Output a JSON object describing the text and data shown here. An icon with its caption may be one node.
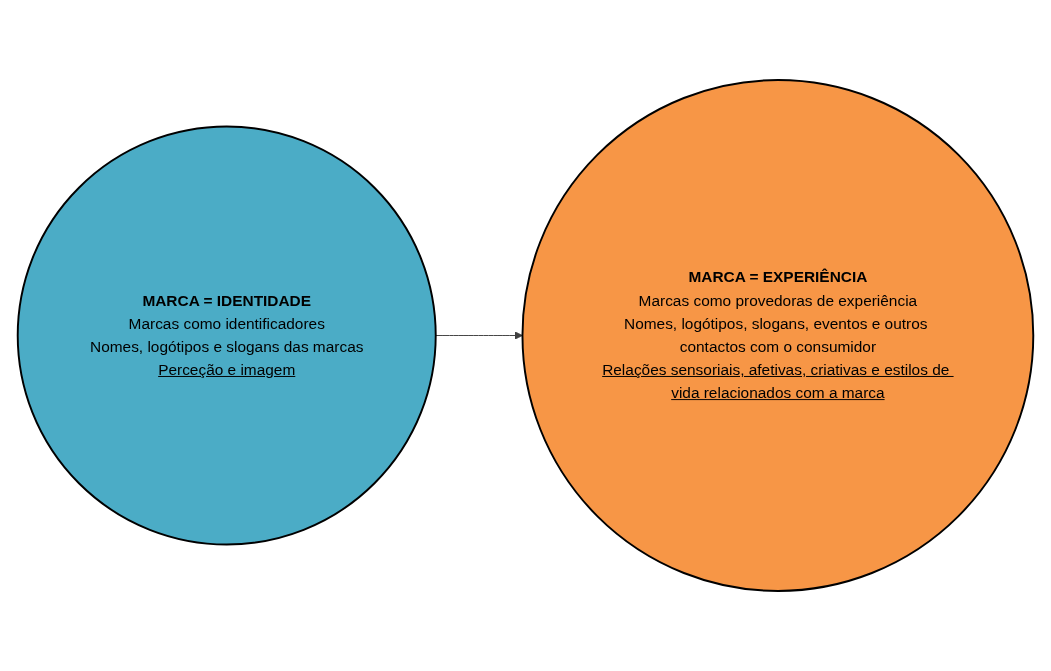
{
  "diagram": {
    "nodes": [
      {
        "text": [
          "MARCA = IDENTIDADE",
          "Marcas como identificadores",
          "Nomes, logótipos e slogans das marcas",
          "Perceção e imagem"
        ]
      },
      {
        "text": [
          "MARCA = EXPERIÊNCIA",
          "Marcas como provedoras de experiência",
          "Nomes, logótipos, slogans, eventos e outros contactos com o consumidor",
          "Relações sensoriais, afetivas, criativas e estilos de vida relacionados com a marca"
        ]
      }
    ],
    "edges": [
      {
        "from": 0,
        "to": 1,
        "arrow": "to",
        "color": "#404040"
      }
    ]
  }
}
